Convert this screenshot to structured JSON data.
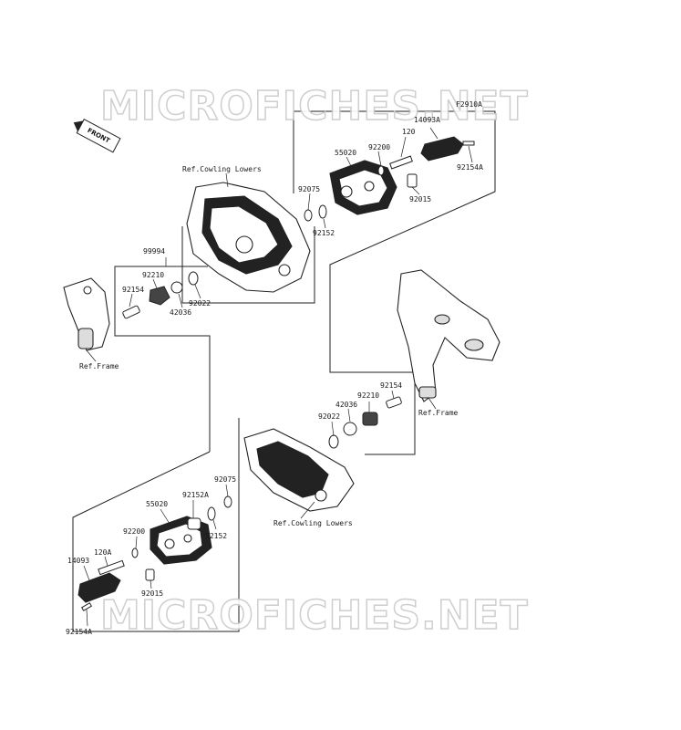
{
  "watermark": {
    "text": "MICROFICHES.NET"
  },
  "front_badge": {
    "text": "FRONT"
  },
  "diagram_code": "F2910A",
  "labels": {
    "ref_cowling_top": "Ref.Cowling Lowers",
    "ref_cowling_bottom": "Ref.Cowling Lowers",
    "ref_frame_left": "Ref.Frame",
    "ref_frame_right": "Ref.Frame",
    "p_99994": "99994",
    "p_92210_left": "92210",
    "p_92154_left": "92154",
    "p_92022_left": "92022",
    "p_42036_left": "42036",
    "p_55020_top": "55020",
    "p_92200_top": "92200",
    "p_120_top": "120",
    "p_14093A": "14093A",
    "p_92154A_top": "92154A",
    "p_92015_top": "92015",
    "p_92075_top": "92075",
    "p_92152_top": "92152",
    "p_92154_right": "92154",
    "p_42036_right": "42036",
    "p_92210_right": "92210",
    "p_92022_right": "92022",
    "p_92075_bottom": "92075",
    "p_55020_bottom": "55020",
    "p_92152A": "92152A",
    "p_92152_bottom": "92152",
    "p_92200_bottom": "92200",
    "p_120A": "120A",
    "p_14093": "14093",
    "p_92015_bottom": "92015",
    "p_92154A_bottom": "92154A"
  }
}
